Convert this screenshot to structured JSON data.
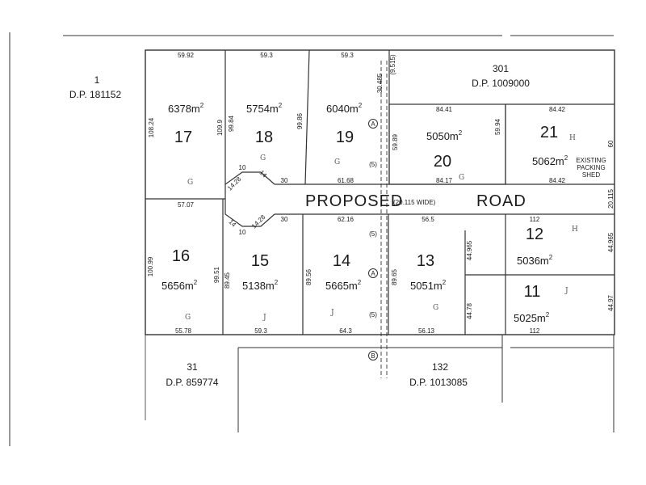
{
  "road": {
    "name": "PROPOSED",
    "width_note": "(20.115 WIDE)",
    "suffix": "ROAD"
  },
  "neighbours": [
    {
      "id": "n1",
      "lot": "1",
      "dp": "D.P. 181152"
    },
    {
      "id": "n301",
      "lot": "301",
      "dp": "D.P. 1009000"
    },
    {
      "id": "n31",
      "lot": "31",
      "dp": "D.P. 859774"
    },
    {
      "id": "n132",
      "lot": "132",
      "dp": "D.P. 1013085"
    }
  ],
  "lots": [
    {
      "number": "17",
      "area": "6378m",
      "sup": "2",
      "mark": "G"
    },
    {
      "number": "18",
      "area": "5754m",
      "sup": "2",
      "mark": "G"
    },
    {
      "number": "19",
      "area": "6040m",
      "sup": "2",
      "mark": "G"
    },
    {
      "number": "20",
      "area": "5050m",
      "sup": "2",
      "mark": "G"
    },
    {
      "number": "21",
      "area": "5062m",
      "sup": "2",
      "mark": "H"
    },
    {
      "number": "16",
      "area": "5656m",
      "sup": "2",
      "mark": "G"
    },
    {
      "number": "15",
      "area": "5138m",
      "sup": "2",
      "mark": "J"
    },
    {
      "number": "14",
      "area": "5665m",
      "sup": "2",
      "mark": "J"
    },
    {
      "number": "13",
      "area": "5051m",
      "sup": "2",
      "mark": "G"
    },
    {
      "number": "12",
      "area": "5036m",
      "sup": "2",
      "mark": "H"
    },
    {
      "number": "11",
      "area": "5025m",
      "sup": "2",
      "mark": "J"
    }
  ],
  "shed_label": [
    "EXISTING",
    "PACKING",
    "SHED"
  ],
  "easements": [
    "A",
    "A",
    "B"
  ],
  "easement_widths": [
    "(5)",
    "(5)",
    "(5)"
  ],
  "dims": {
    "d17_top": "59.92",
    "d18_top": "59.3",
    "d19_top": "59.3",
    "d17_left": "108.24",
    "d18_left": "109.9",
    "d19_left": "99.84",
    "d19_right": "99.86",
    "d30485": "30.485",
    "d9515": "(9.515)",
    "d20_top": "84.41",
    "d20_left": "59.89",
    "d20_right": "59.94",
    "d20_bot": "84.17",
    "d21_top": "84.42",
    "d21_right": "60",
    "d21_bot": "84.42",
    "d_1428a": "14.28",
    "d_10a": "10",
    "d_14a": "14",
    "d_30a": "30",
    "d_6168": "61.68",
    "d_5707": "57.07",
    "d_6216": "62.16",
    "d_565": "56.5",
    "d_road_w": "20.115",
    "d_14b": "14",
    "d_10b": "10",
    "d_1428b": "14.28",
    "d_30b": "30",
    "d16_left": "100.99",
    "d16_right": "99.51",
    "d15_left": "89.45",
    "d14_left": "89.56",
    "d13_left": "89.65",
    "d13_right": "44.965",
    "d12_right": "44.965",
    "d12_top": "112",
    "d11_left": "44.78",
    "d11_right": "44.97",
    "d16_bot": "55.78",
    "d15_bot": "59.3",
    "d14_bot": "64.3",
    "d13_bot": "56.13",
    "d11_bot": "112"
  }
}
